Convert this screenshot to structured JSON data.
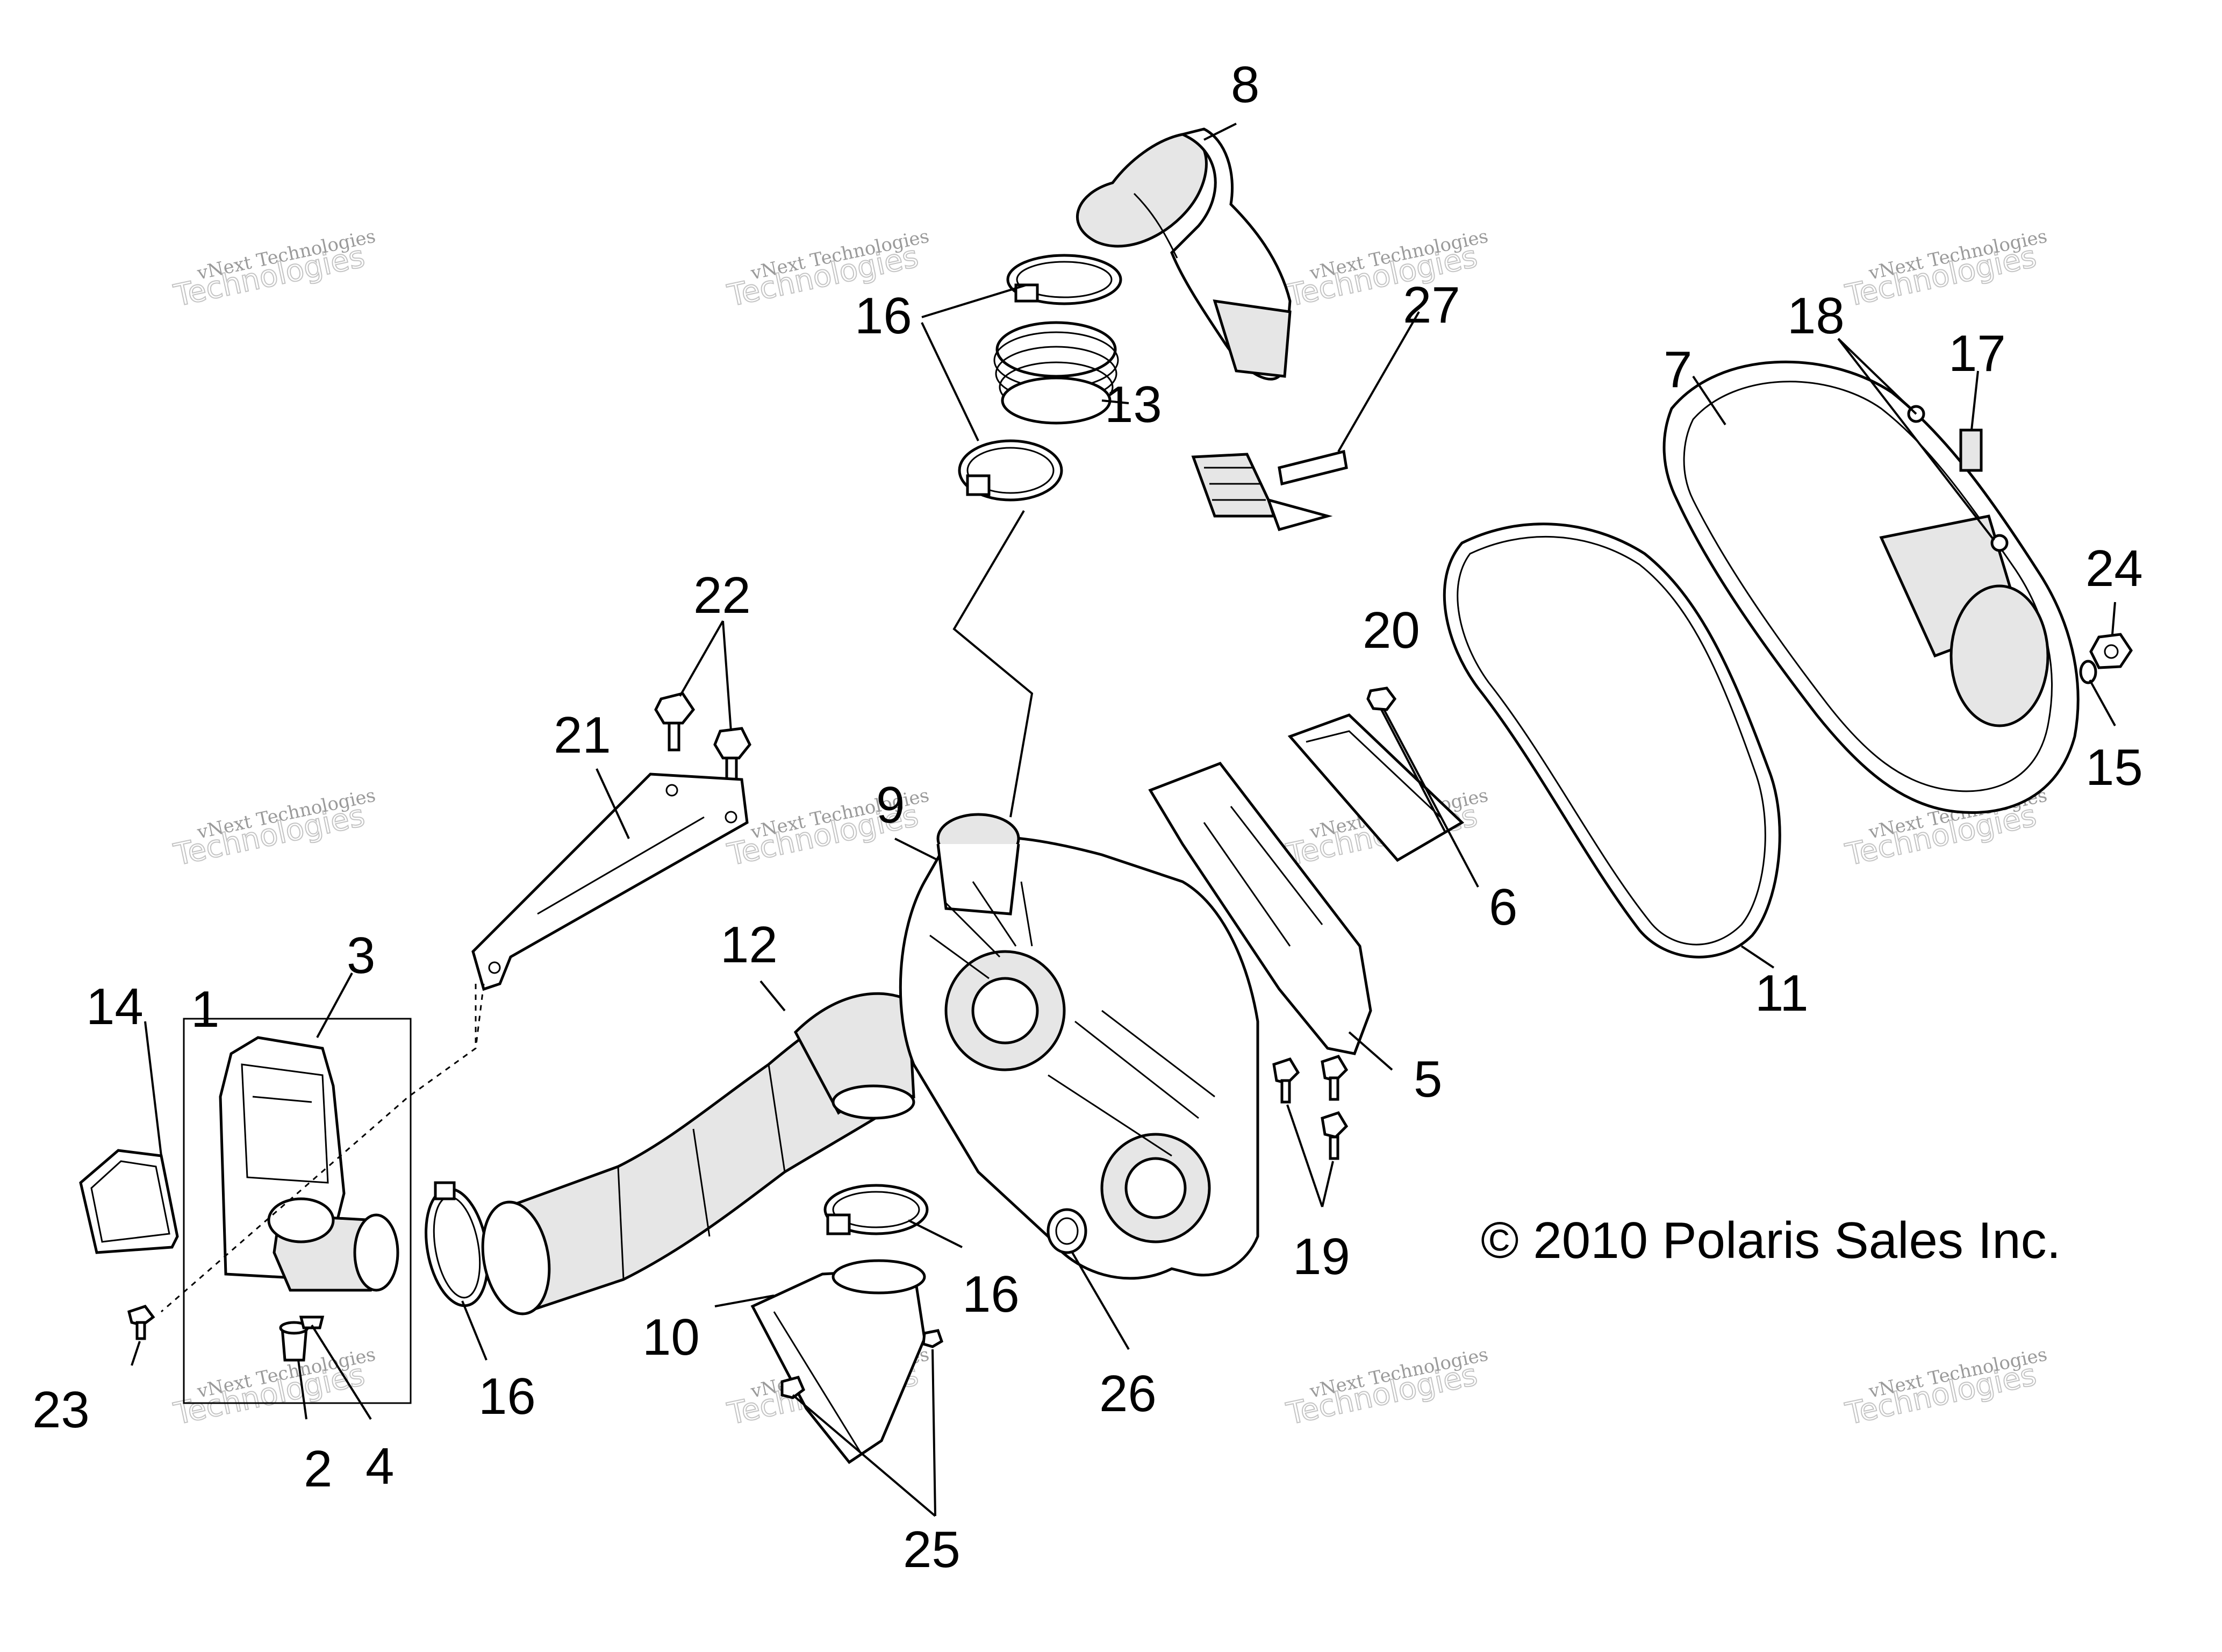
{
  "copyright": "© 2010 Polaris Sales Inc.",
  "watermark": {
    "line1": "vNext Technologies",
    "line2": "Technologies"
  },
  "callouts": {
    "c1": "1",
    "c2": "2",
    "c3": "3",
    "c4": "4",
    "c5": "5",
    "c6": "6",
    "c7": "7",
    "c8": "8",
    "c9": "9",
    "c10": "10",
    "c11": "11",
    "c12": "12",
    "c13": "13",
    "c14": "14",
    "c15": "15",
    "c16a": "16",
    "c16b": "16",
    "c16c": "16",
    "c17": "17",
    "c18": "18",
    "c19": "19",
    "c20": "20",
    "c21": "21",
    "c22": "22",
    "c23": "23",
    "c24": "24",
    "c25": "25",
    "c26": "26",
    "c27": "27"
  }
}
